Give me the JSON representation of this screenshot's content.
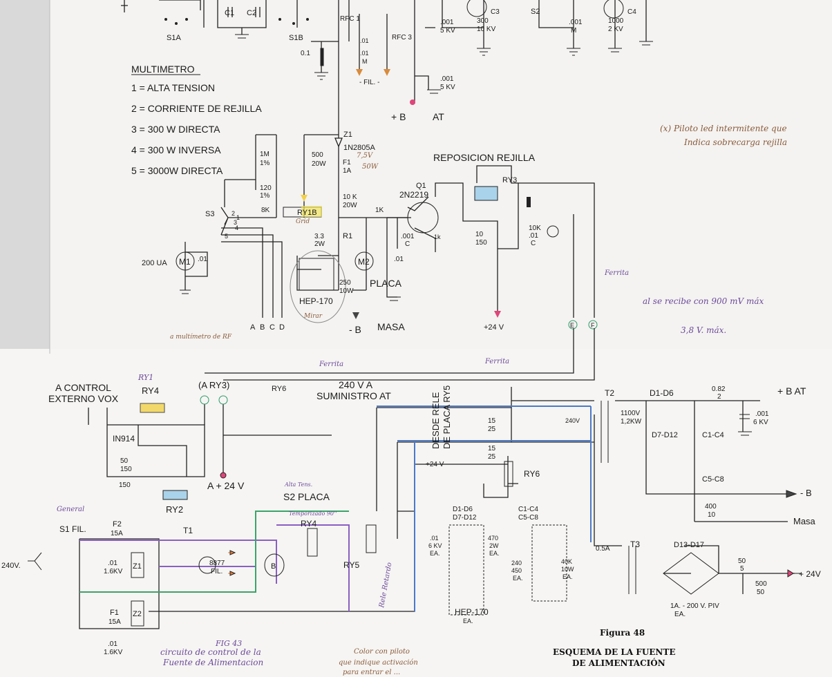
{
  "multimetro": {
    "title": "MULTIMETRO",
    "items": [
      "1 = ALTA TENSION",
      "2 = CORRIENTE DE REJILLA",
      "3 = 300 W DIRECTA",
      "4 = 300 W INVERSA",
      "5 = 3000W DIRECTA"
    ]
  },
  "top_labels": {
    "s1a": "S1A",
    "s1b": "S1B",
    "c1": "C1",
    "c2": "C2",
    "rfc1": "RFC 1",
    "rfc3": "RFC 3",
    "c3": "C3",
    "c3v": "300",
    "c3kv": "10 KV",
    "c4": "C4",
    "c4v": "1000",
    "c4kv": "2 KV",
    "s2": "S2",
    "cap001a": ".001",
    "cap5kv": "5 KV",
    "cap001m": ".001",
    "capm": "M",
    "fil": "- FIL. -",
    "at": "AT",
    "plusb": "+ B",
    "cap01": "0.1",
    "cap01m1": ".01",
    "cap01m2": ".01",
    "mlabel": "M"
  },
  "mid_labels": {
    "z1": "Z1",
    "zener": "1N2805A",
    "r500": "500",
    "r500w": "20W",
    "f1": "F1",
    "f1a": "1A",
    "r7_5": "7,5V",
    "r50w": "50W",
    "r1m": "1M",
    "r1pct": "1%",
    "r120": "120",
    "r120pct": "1%",
    "r10k": "10 K",
    "r10k20w": "20W",
    "r8k": "8K",
    "r1k": "1K",
    "ry1b": "RY1B",
    "s3": "S3",
    "r33": "3.3",
    "r2w": "2W",
    "r1": "R1",
    "c001": ".001",
    "cc": "C",
    "q1": "Q1",
    "q1part": "2N2219",
    "repos": "REPOSICION REJILLA",
    "ry3": "RY3",
    "c10": "10",
    "c150": "150",
    "r10k2": "10K",
    "c01": ".01",
    "c01c": "C",
    "m1val": "200 UA",
    "m1": "M1",
    "m2": "M2",
    "m1c": ".01",
    "m2c": ".01",
    "r250": "250",
    "r10w": "10W",
    "hep": "HEP-170",
    "placa": "PLACA",
    "abcd": [
      "A",
      "B",
      "C",
      "D"
    ],
    "minusb": "- B",
    "masa": "MASA",
    "plus24": "+24 V",
    "e": "E",
    "f": "F",
    "num1": "1",
    "num2": "2",
    "num3": "3",
    "num4": "4",
    "num5": "5",
    "r1k_small": "1k"
  },
  "bottom_labels": {
    "control": "A CONTROL",
    "externo": "EXTERNO VOX",
    "ry4": "RY4",
    "ry3ref": "(A RY3)",
    "in914": "IN914",
    "c50": "50",
    "c150a": "150",
    "c150b": "150",
    "ry2": "RY2",
    "a24": "A  + 24 V",
    "v240": "240 V A",
    "suministro": "SUMINISTRO AT",
    "ry6": "RY6",
    "desde": "DESDE RELE",
    "placa_ry5": "DE PLACA RY5",
    "r15a": "15",
    "r25a": "25",
    "r15b": "15",
    "r25b": "25",
    "p24": "+24 V",
    "ry6b": "RY6",
    "t2": "T2",
    "d1d6": "D1-D6",
    "d7d12": "D7-D12",
    "c1c4": "C1-C4",
    "c5c8": "C5-C8",
    "r082": "0.82",
    "r082w": "2",
    "c001b": ".001",
    "c6kv": "6 KV",
    "bat": "+ B AT",
    "v1100": "1100V",
    "v12kw": "1,2KW",
    "v240t": "240V",
    "r400": "400",
    "r400w": "10",
    "bminus": "- B",
    "masa2": "Masa",
    "s2placa": "S2 PLACA",
    "s1fil": "S1 FIL.",
    "f2": "F2",
    "f2a": "15A",
    "f1b": "F1",
    "f1ba": "15A",
    "c01a": ".01",
    "c16kva": "1.6KV",
    "c01b": ".01",
    "c16kvb": "1.6KV",
    "z1b": "Z1",
    "z2": "Z2",
    "t1": "T1",
    "v8877": "8877",
    "fil": "FIL.",
    "ry4b": "RY4",
    "ry5": "RY5",
    "v240in": "240V.",
    "fan": "B",
    "kit_d": "D1-D6",
    "kit_d2": "D7-D12",
    "kit_c": "C1-C4",
    "kit_c2": "C5-C8",
    "k01": ".01",
    "k6kv": "6 KV",
    "kea": "EA.",
    "k470": "470",
    "k2w": "2W",
    "kea2": "EA.",
    "k240": "240",
    "k450": "450",
    "kea3": "EA.",
    "k40k": "40K",
    "k10w": "10W",
    "kea4": "EA.",
    "khep": "HEP-170",
    "kea5": "EA.",
    "t3": "T3",
    "d13": "D13-D17",
    "r05": "0.5A",
    "r50": "50",
    "r5": "5",
    "c500": "500",
    "c50b": "50",
    "p24b": "+ 24V",
    "piv": "1A. - 200 V. PIV",
    "piv_ea": "EA.",
    "fig": "Figura 48",
    "caption1": "ESQUEMA DE LA FUENTE",
    "caption2": "DE ALIMENTACIÓN"
  },
  "handwritten": {
    "note1": "(x) Piloto led intermitente que",
    "note2": "Indica sobrecarga rejilla",
    "note3": "al se recibe con 900 mV máx",
    "note4": "3,8 V. máx.",
    "fig43": "FIG 43",
    "circ1": "circuito de control de la",
    "circ2": "Fuente de Alimentacion",
    "color1": "Color con piloto",
    "color2": "que indique activación",
    "color3": "para entrar el ...",
    "general": "General",
    "rele": "Rele Retardo",
    "ry1": "RY1",
    "multi": "a multímetro de RF",
    "ferrita": "Ferrita",
    "ferrita2": "Ferrita",
    "ferrita3": "Ferrita",
    "alta": "Alta Tens.",
    "temp": "Temporizado 90''",
    "grid": "Grid",
    "rele2": "Rele",
    "mirar": "Mirar"
  }
}
